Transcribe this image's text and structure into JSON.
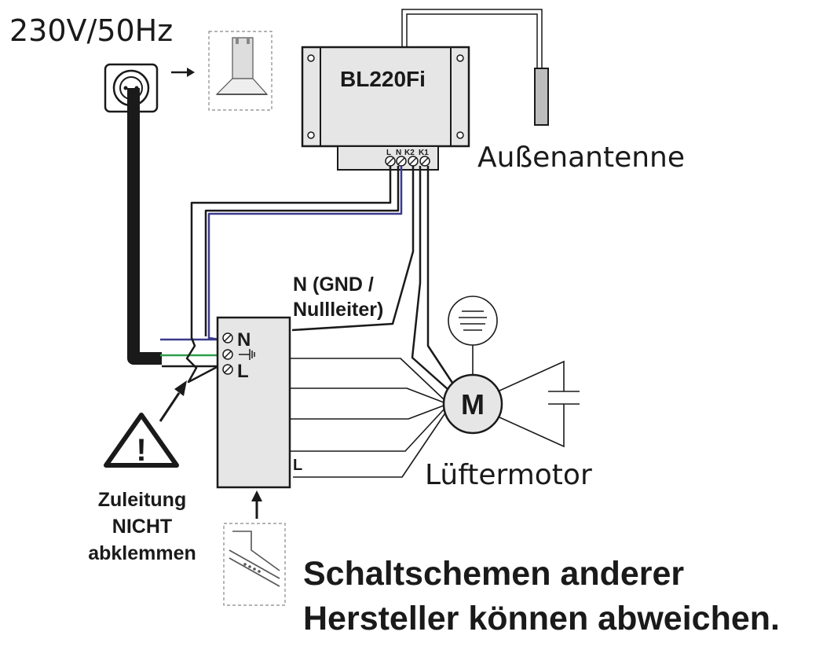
{
  "labels": {
    "power": "230V/50Hz",
    "controller": "BL220Fi",
    "terminal_l": "L",
    "terminal_n": "N",
    "terminal_k2": "K2",
    "terminal_k1": "K1",
    "antenna": "Außenantenne",
    "neutral_line1": "N (GND /",
    "neutral_line2": "Nullleiter)",
    "box_n": "N",
    "box_l": "L",
    "box_out_l": "L",
    "motor_symbol": "M",
    "motor": "Lüftermotor",
    "warning_line1": "Zuleitung",
    "warning_line2": "NICHT",
    "warning_line3": "abklemmen",
    "warning_glyph": "!",
    "footer_line1": "Schaltschemen anderer",
    "footer_line2": "Hersteller können abweichen."
  },
  "colors": {
    "line": "#1a1a1a",
    "box_fill": "#e6e6e6",
    "wire_blue": "#3a3a8c",
    "wire_green": "#2e9e4a",
    "dashed": "#888888"
  },
  "icons": [
    "power-socket-icon",
    "range-hood-icon",
    "warning-triangle-icon",
    "lamp-icon",
    "capacitor-icon",
    "range-hood-bottom-icon",
    "ground-icon"
  ]
}
